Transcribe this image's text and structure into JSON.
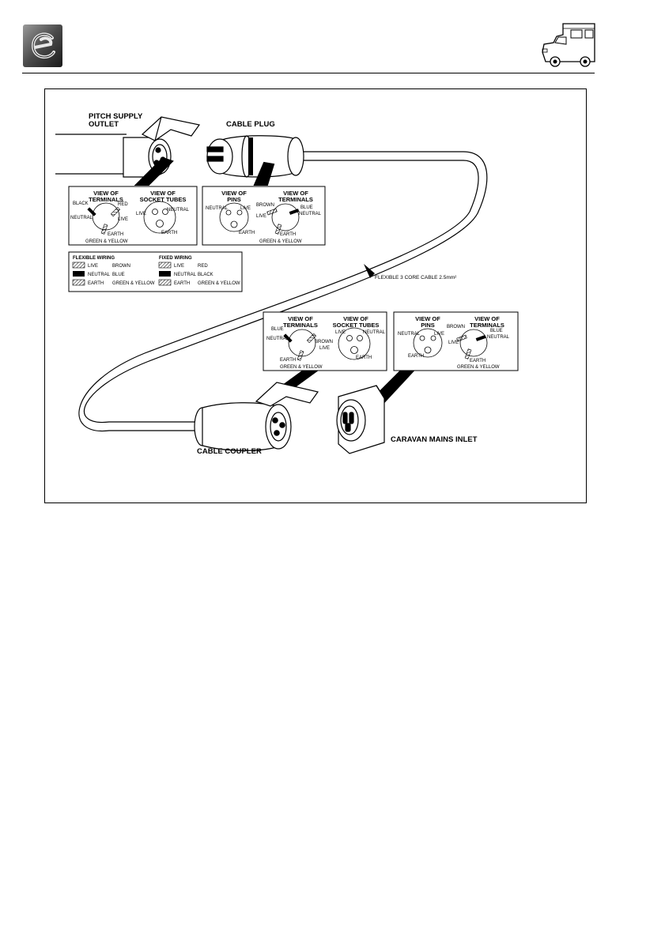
{
  "header": {
    "logo_icon": "brand-logo-icon",
    "vehicle_icon": "motorhome-icon"
  },
  "diagram": {
    "pitch_supply_outlet": [
      "PITCH SUPPLY",
      "OUTLET"
    ],
    "cable_plug": "CABLE PLUG",
    "cable_coupler": "CABLE COUPLER",
    "caravan_mains_inlet": "CARAVAN MAINS INLET",
    "cable_label": "FLEXIBLE 3 CORE CABLE 2.5mm²",
    "panel1": {
      "left_title": [
        "VIEW OF",
        "TERMINALS"
      ],
      "right_title": [
        "VIEW OF",
        "SOCKET TUBES"
      ],
      "labels": {
        "black": "BLACK",
        "red": "RED",
        "neutral": "NEUTRAL",
        "live": "LIVE",
        "earth": "EARTH",
        "gy": "GREEN & YELLOW",
        "s_live": "LIVE",
        "s_neutral": "NEUTRAL",
        "s_earth": "EARTH"
      }
    },
    "panel2": {
      "left_title": [
        "VIEW OF",
        "PINS"
      ],
      "right_title": [
        "VIEW OF",
        "TERMINALS"
      ],
      "labels": {
        "neutral": "NEUTRAL",
        "live": "LIVE",
        "earth": "EARTH",
        "brown": "BROWN",
        "t_live": "LIVE",
        "blue": "BLUE",
        "t_neutral": "NEUTRAL",
        "t_earth": "EARTH",
        "gy": "GREEN & YELLOW"
      }
    },
    "panel3": {
      "left_title": [
        "VIEW OF",
        "TERMINALS"
      ],
      "right_title": [
        "VIEW OF",
        "SOCKET TUBES"
      ],
      "labels": {
        "blue": "BLUE",
        "neutral": "NEUTRAL",
        "brown": "BROWN",
        "live": "LIVE",
        "earth": "EARTH",
        "gy": "GREEN & YELLOW",
        "s_live": "LIVE",
        "s_neutral": "NEUTRAL",
        "s_earth": "EARTH"
      }
    },
    "panel4": {
      "left_title": [
        "VIEW OF",
        "PINS"
      ],
      "right_title": [
        "VIEW OF",
        "TERMINALS"
      ],
      "labels": {
        "neutral": "NEUTRAL",
        "live": "LIVE",
        "earth": "EARTH",
        "brown": "BROWN",
        "t_live": "LIVE",
        "blue": "BLUE",
        "t_neutral": "NEUTRAL",
        "t_earth": "EARTH",
        "gy": "GREEN & YELLOW"
      }
    },
    "legend": {
      "flexible_title": "FLEXIBLE WIRING",
      "fixed_title": "FIXED WIRING",
      "flexible_rows": [
        {
          "name": "LIVE",
          "colour": "BROWN"
        },
        {
          "name": "NEUTRAL",
          "colour": "BLUE"
        },
        {
          "name": "EARTH",
          "colour": "GREEN & YELLOW"
        }
      ],
      "fixed_rows": [
        {
          "name": "LIVE",
          "colour": "RED"
        },
        {
          "name": "NEUTRAL",
          "colour": "BLACK"
        },
        {
          "name": "EARTH",
          "colour": "GREEN & YELLOW"
        }
      ]
    }
  }
}
